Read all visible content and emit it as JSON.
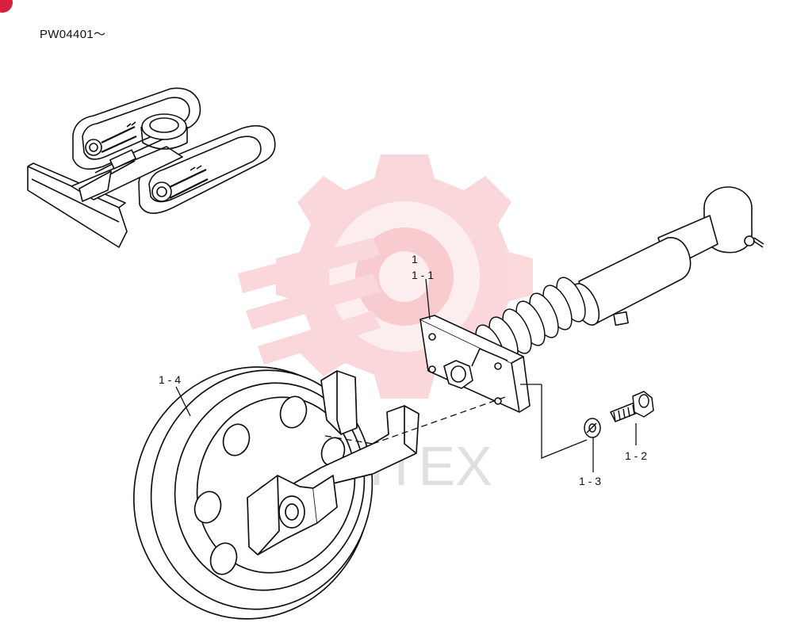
{
  "header": {
    "model_code": "PW04401～"
  },
  "watermark": {
    "text": "WITEX",
    "color": "#f4a3a8"
  },
  "colors": {
    "line": "#111111",
    "badge": "#d8203c"
  },
  "callouts": [
    {
      "id": "assy",
      "label": "1"
    },
    {
      "id": "p1-1",
      "label": "1 - 1"
    },
    {
      "id": "p1-2",
      "label": "1 - 2"
    },
    {
      "id": "p1-3",
      "label": "1 - 3"
    },
    {
      "id": "p1-4",
      "label": "1 - 4"
    }
  ]
}
